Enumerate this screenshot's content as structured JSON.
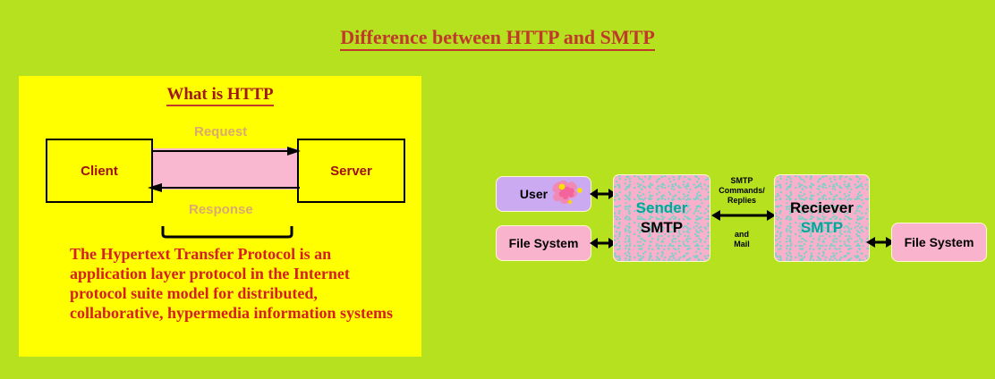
{
  "page": {
    "background_color": "#b5e11f",
    "title": "Difference between HTTP and SMTP"
  },
  "http_panel": {
    "background_color": "#ffff00",
    "heading": "What is HTTP",
    "client_label": "Client",
    "server_label": "Server",
    "request_label": "Request",
    "response_label": "Response",
    "description": "The Hypertext Transfer Protocol is an application layer protocol in the Internet protocol suite model for distributed, collaborative, hypermedia information systems",
    "accent_color": "#a01818",
    "text_color": "#d62020",
    "channel_color": "#f9b8cf",
    "arrow_label_color": "#dbaa6e"
  },
  "smtp_diagram": {
    "user_label": "User",
    "file_system_left_label": "File System",
    "file_system_right_label": "File System",
    "sender_line1": "Sender",
    "sender_line2": "SMTP",
    "receiver_line1": "Reciever",
    "receiver_line2": "SMTP",
    "center_top_label": "SMTP\nCommands/\nReplies",
    "center_bottom_label": "and\nMail",
    "user_box_color": "#cbaaf2",
    "file_system_color": "#f9b3cd",
    "smtp_box_color": "#f9b0cb",
    "smtp_text_accent": "#00a79a"
  }
}
